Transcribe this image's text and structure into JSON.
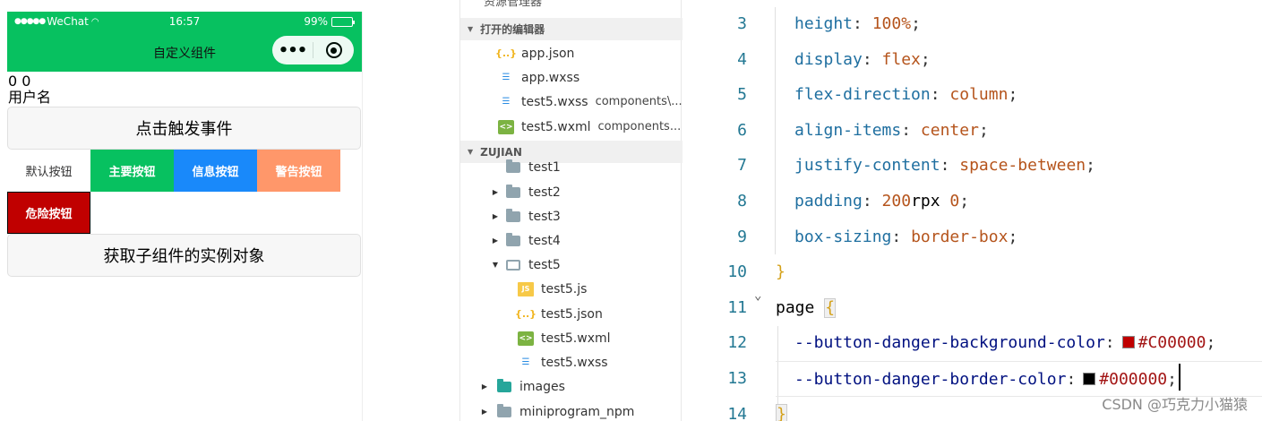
{
  "phone": {
    "status": {
      "carrier": "WeChat",
      "time": "16:57",
      "battery": "99%"
    },
    "nav_title": "自定义组件",
    "counts": "0 0",
    "username": "用户名",
    "trigger_button": "点击触发事件",
    "vant_buttons": {
      "default": "默认按钮",
      "primary": "主要按钮",
      "info": "信息按钮",
      "warning": "警告按钮",
      "danger": "危险按钮"
    },
    "get_child_button": "获取子组件的实例对象",
    "danger_bg": "#C00000"
  },
  "tree": {
    "top_label": "资源管理器",
    "open_editors": "打开的编辑器",
    "open_files": [
      {
        "name": "app.json",
        "path": "",
        "icon": "json-icon"
      },
      {
        "name": "app.wxss",
        "path": "",
        "icon": "css-icon"
      },
      {
        "name": "test5.wxss",
        "path": "components\\...",
        "icon": "css-icon"
      },
      {
        "name": "test5.wxml",
        "path": "components...",
        "icon": "wxml-icon"
      }
    ],
    "project": "ZUJIAN",
    "folders": [
      "test1",
      "test2",
      "test3",
      "test4",
      "test5"
    ],
    "test5_files": [
      "test5.js",
      "test5.json",
      "test5.wxml",
      "test5.wxss"
    ],
    "bottom_folders": [
      "images",
      "miniprogram_npm"
    ]
  },
  "editor": {
    "line_numbers": [
      "3",
      "4",
      "5",
      "6",
      "7",
      "8",
      "9",
      "10",
      "11",
      "12",
      "13",
      "14"
    ],
    "lines": {
      "l3": {
        "prop": "height",
        "val": "100%"
      },
      "l4": {
        "prop": "display",
        "val": "flex"
      },
      "l5": {
        "prop": "flex-direction",
        "val": "column"
      },
      "l6": {
        "prop": "align-items",
        "val": "center"
      },
      "l7": {
        "prop": "justify-content",
        "val": "space-between"
      },
      "l8": {
        "prop": "padding",
        "num": "200",
        "unit": "rpx",
        "val": "0"
      },
      "l9": {
        "prop": "box-sizing",
        "val": "border-box"
      },
      "l10": {
        "text": "}"
      },
      "l11": {
        "selector": "page",
        "brace": "{"
      },
      "l12": {
        "prop": "--button-danger-background-color",
        "val": "#C00000",
        "swatch": "#C00000"
      },
      "l13": {
        "prop": "--button-danger-border-color",
        "val": "#000000",
        "swatch": "#000000"
      }
    },
    "watermark": "CSDN @巧克力小猫猿"
  }
}
